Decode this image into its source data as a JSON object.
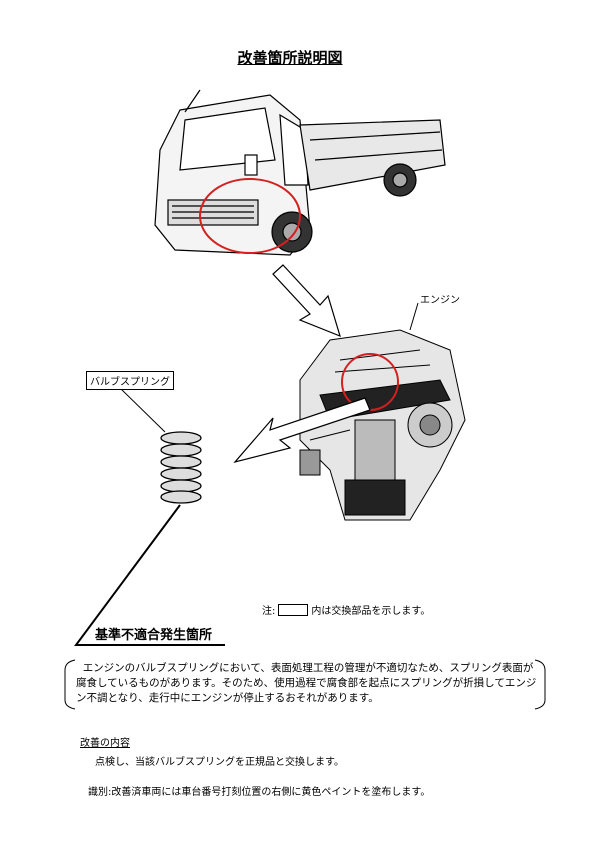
{
  "title": "改善箇所説明図",
  "labels": {
    "engine": "エンジン",
    "valve_spring": "バルブスプリング"
  },
  "note": {
    "prefix": "注:",
    "suffix": "内は交換部品を示します。"
  },
  "defect_heading": "基準不適合発生箇所",
  "description": "エンジンのバルブスプリングにおいて、表面処理工程の管理が不適切なため、スプリング表面が腐食しているものがあります。そのため、使用過程で腐食部を起点にスプリングが折損してエンジン不調となり、走行中にエンジンが停止するおそれがあります。",
  "improvement": {
    "title": "改善の内容",
    "body": "点検し、当該バルブスプリングを正規品と交換します。",
    "identification": "識別:改善済車両には車台番号打刻位置の右側に黄色ペイントを塗布します。"
  },
  "colors": {
    "highlight": "#d42020"
  }
}
